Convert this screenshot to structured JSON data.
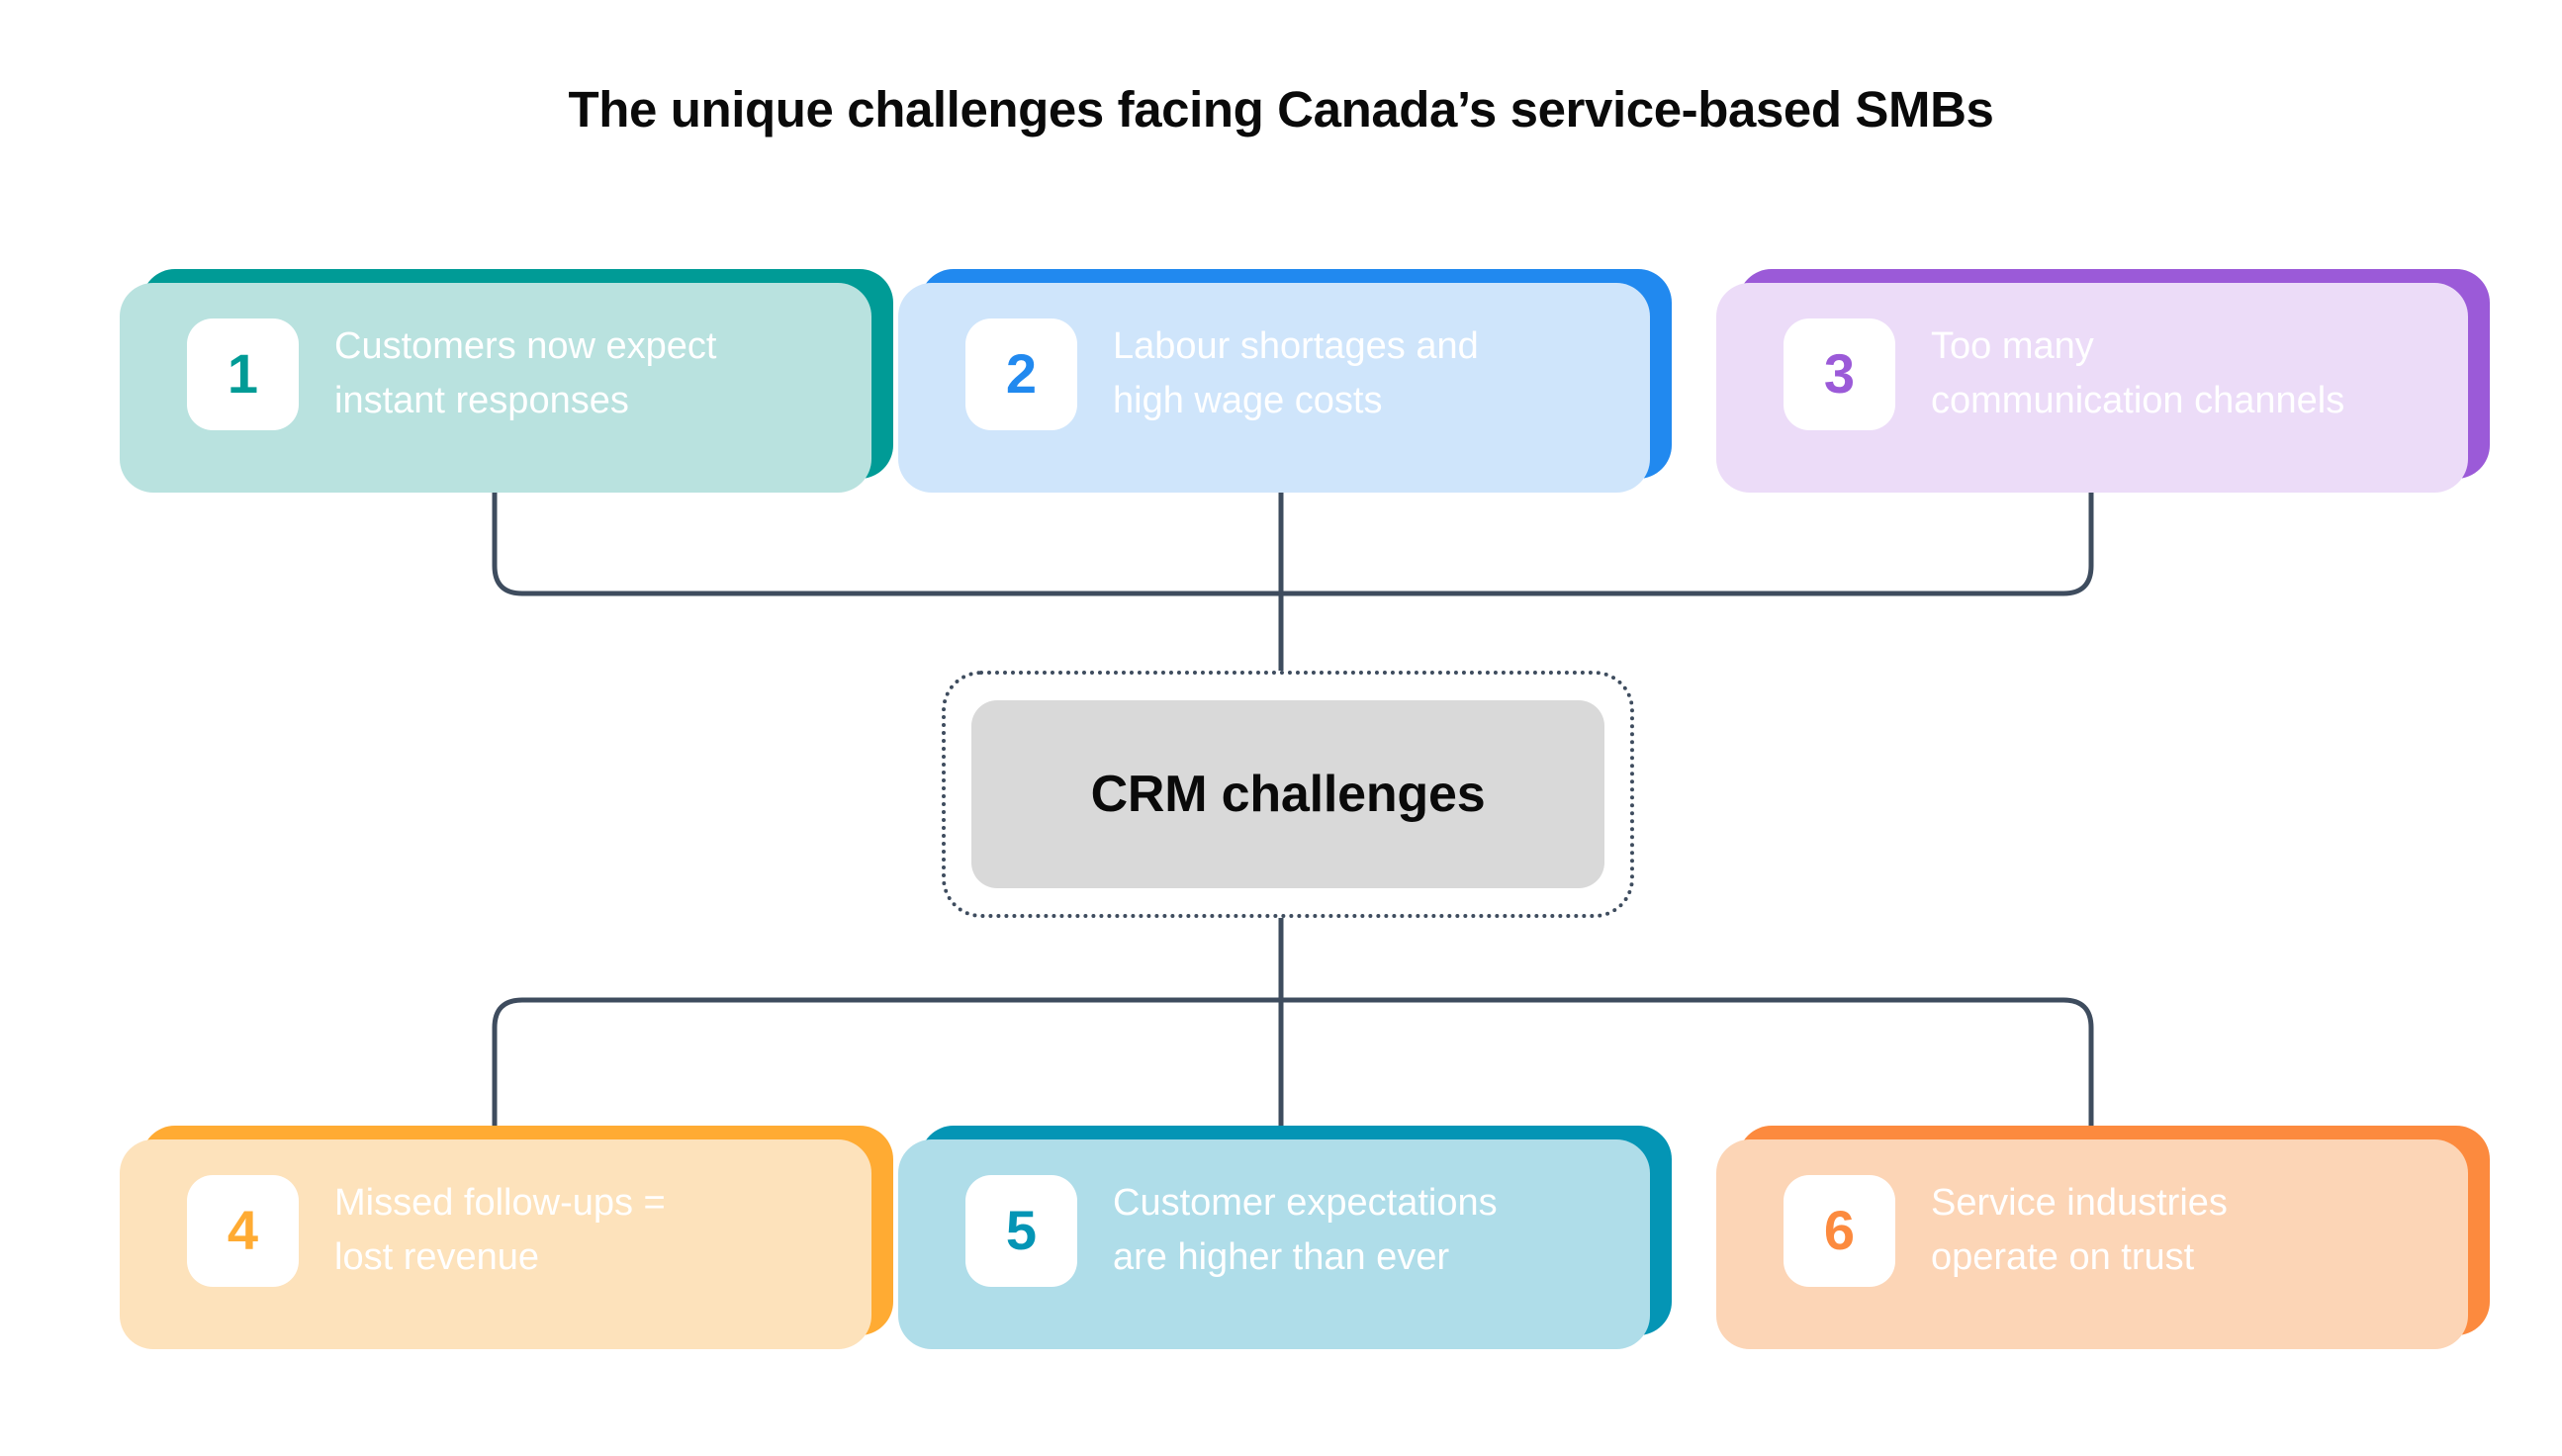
{
  "page": {
    "title": "The unique challenges facing Canada’s service-based SMBs",
    "background": "#ffffff",
    "connector_color": "#3e4c5e"
  },
  "center": {
    "label": "CRM challenges",
    "fill": "#d9d9d9",
    "border_color": "#3e4c5e",
    "border_style": "dotted"
  },
  "cards": [
    {
      "number": "1",
      "line1": "Customers now expect",
      "line2": "instant responses",
      "color": "#009B96",
      "shadow": "#b9e2df",
      "row": "top"
    },
    {
      "number": "2",
      "line1": "Labour shortages and",
      "line2": "high wage costs",
      "color": "#2189EF",
      "shadow": "#cfe5fb",
      "row": "top"
    },
    {
      "number": "3",
      "line1": "Too many",
      "line2": "communication channels",
      "color": "#9B5AD8",
      "shadow": "#ecdcf8",
      "row": "top"
    },
    {
      "number": "4",
      "line1": "Missed follow-ups =",
      "line2": "lost revenue",
      "color": "#FFAB33",
      "shadow": "#fde2bb",
      "row": "bottom"
    },
    {
      "number": "5",
      "line1": "Customer expectations",
      "line2": "are higher than ever",
      "color": "#0495B5",
      "shadow": "#afdde9",
      "row": "bottom"
    },
    {
      "number": "6",
      "line1": "Service industries",
      "line2": "operate on trust",
      "color": "#FC8A3E",
      "shadow": "#fcd5b6",
      "row": "bottom"
    }
  ]
}
